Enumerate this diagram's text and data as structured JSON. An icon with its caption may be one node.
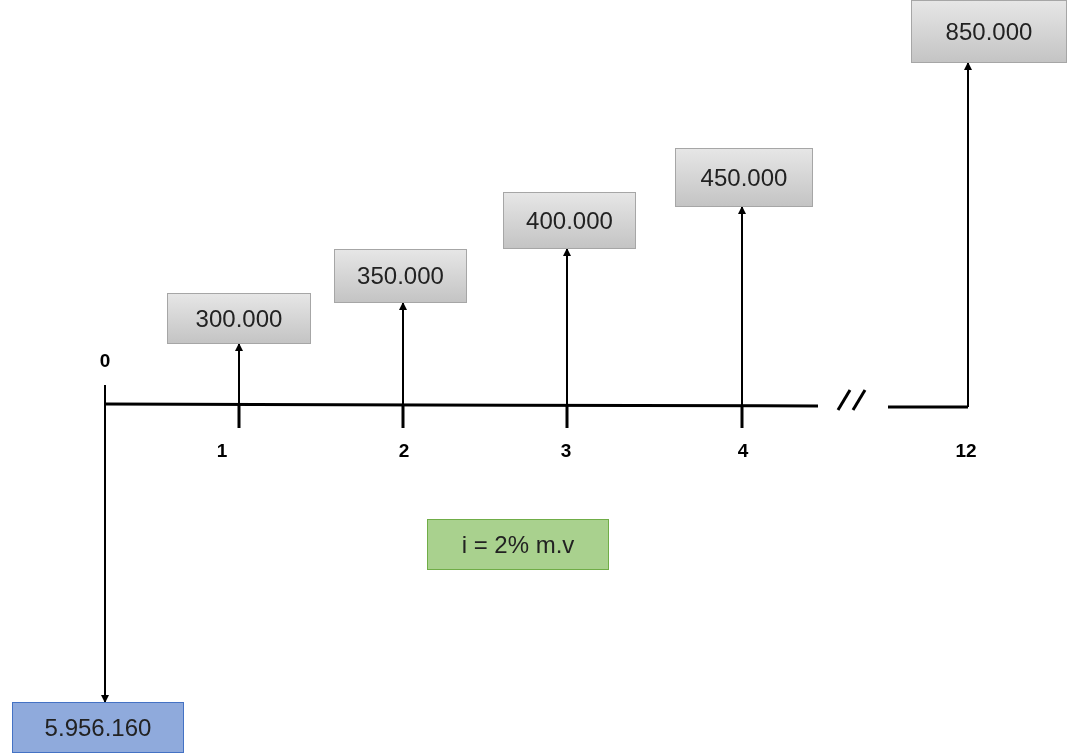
{
  "diagram": {
    "nodes": [
      {
        "text": [
          "300.000"
        ]
      },
      {
        "text": [
          "350.000"
        ]
      },
      {
        "text": [
          "400.000"
        ]
      },
      {
        "text": [
          "450.000"
        ]
      },
      {
        "text": [
          "850.000"
        ]
      },
      {
        "text": [
          "5.956.160"
        ]
      },
      {
        "text": [
          "i = 2% m.v"
        ]
      }
    ],
    "edges": [
      {
        "from": null,
        "to": 0,
        "arrow": "to"
      },
      {
        "from": null,
        "to": 1,
        "arrow": "to"
      },
      {
        "from": null,
        "to": 2,
        "arrow": "to"
      },
      {
        "from": null,
        "to": 3,
        "arrow": "to"
      },
      {
        "from": null,
        "to": 4,
        "arrow": "to"
      },
      {
        "from": null,
        "to": 5,
        "arrow": "to"
      }
    ],
    "labels": [
      "0",
      "1",
      "2",
      "3",
      "4",
      "12"
    ]
  }
}
